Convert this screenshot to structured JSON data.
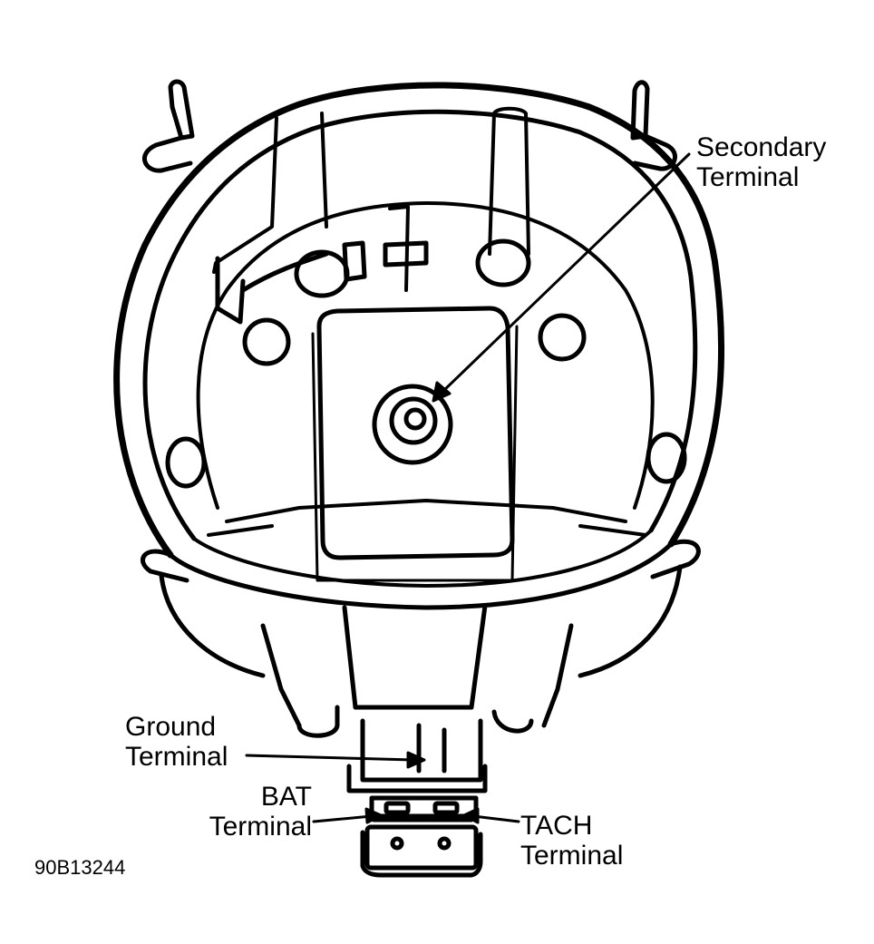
{
  "labels": {
    "secondary_terminal": [
      "Secondary",
      "Terminal"
    ],
    "ground_terminal": [
      "Ground",
      "Terminal"
    ],
    "bat_terminal": [
      "BAT",
      "Terminal"
    ],
    "tach_terminal": [
      "TACH",
      "Terminal"
    ]
  },
  "figure_id": "90B13244",
  "colors": {
    "ink": "#000000",
    "paper": "#ffffff"
  }
}
